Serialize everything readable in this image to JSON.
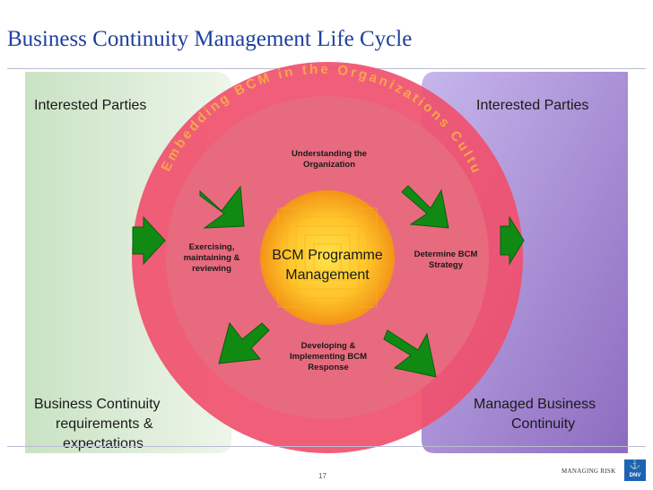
{
  "title": "Business Continuity Management Life Cycle",
  "arc_text": "Embedding BCM in the Organizations Culture",
  "left_panel": {
    "top_label": "Interested Parties",
    "bottom_label_lines": [
      "Business Continuity",
      "requirements &",
      "expectations"
    ]
  },
  "right_panel": {
    "top_label": "Interested Parties",
    "bottom_label_lines": [
      "Managed Business",
      "Continuity"
    ]
  },
  "center": {
    "lines": [
      "BCM Programme",
      "Management"
    ]
  },
  "stages": {
    "top": [
      "Understanding the",
      "Organization"
    ],
    "right": [
      "Determine BCM",
      "Strategy"
    ],
    "bottom": [
      "Developing &",
      "Implementing BCM",
      "Response"
    ],
    "left": [
      "Exercising,",
      "maintaining &",
      "reviewing"
    ]
  },
  "footer": {
    "page_number": "17",
    "logo_text": "MANAGING RISK",
    "logo_abbr": "DNV"
  },
  "colors": {
    "title": "#1f3f9e",
    "outer_ring": "#f0506e",
    "inner_disc": "#e86a7e",
    "center": "#f5a623",
    "arrows": "#118a14",
    "left_panel": "#d6ebcf",
    "right_panel": "#a98bd9"
  }
}
